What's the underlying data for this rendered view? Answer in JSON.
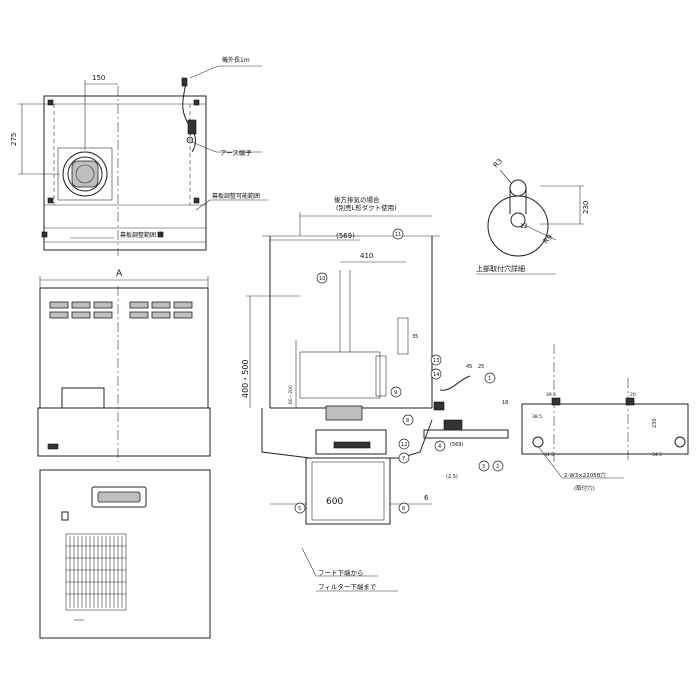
{
  "top_view": {
    "cord_length_label": "機外長1m",
    "dim_150": "150",
    "dim_275": "275",
    "ground_terminal_label": "アース端子",
    "curtain_adjust_label": "幕板調整範囲",
    "curtain_adjustable_label": "幕板調整可能範囲"
  },
  "front_view": {
    "width_label": "A"
  },
  "side_view": {
    "rear_exhaust_label": "後方排気の場合",
    "duct_note_label": "(別売L形ダクト使用)",
    "dim_569": "(569)",
    "dim_410": "410",
    "dim_height_range": "400・500",
    "dim_600": "600",
    "dim_6": "6",
    "dim_35": "35",
    "dim_200_small": "60・200",
    "filter_note_line1": "フード下端から",
    "filter_note_line2": "フィルター下端まで",
    "balloons": [
      "11",
      "10",
      "9",
      "8",
      "12",
      "7",
      "6",
      "5",
      "4",
      "3",
      "2",
      "1",
      "13",
      "14"
    ]
  },
  "mount_hole_detail": {
    "title": "上部取付穴詳細",
    "r3": "R3",
    "r9": "R9",
    "dim_12": "12",
    "dim_230": "230"
  },
  "right_detail": {
    "dim_45": "45",
    "dim_25": "25",
    "dim_18": "18",
    "dim_569": "(569)",
    "dim_39_5": "39.5",
    "dim_38_5": "38.5",
    "dim_34_5": "34.5",
    "dim_230": "230",
    "dim_20": "20",
    "dim_2_5": "(2.5)",
    "hole_note": "2-W3×22058穴",
    "hole_note_sub": "(取付穴)"
  }
}
